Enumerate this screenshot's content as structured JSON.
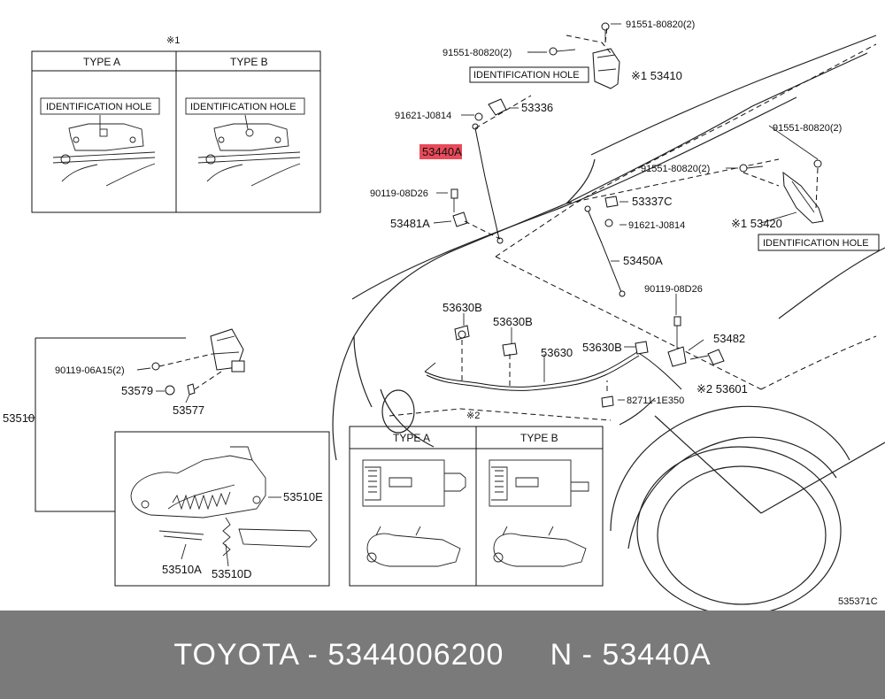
{
  "diagram": {
    "ref_note": "535371C",
    "note_mark_1": "※1",
    "note_mark_2": "※2",
    "inset_1": {
      "type_a": "TYPE A",
      "type_b": "TYPE B",
      "id_hole_a": "IDENTIFICATION HOLE",
      "id_hole_b": "IDENTIFICATION HOLE"
    },
    "inset_2": {
      "type_a": "TYPE A",
      "type_b": "TYPE B"
    },
    "labels": {
      "p91551_top_right": "91551-80820(2)",
      "p91551_top_left": "91551-80820(2)",
      "id_hole_top": "IDENTIFICATION HOLE",
      "p53410": "※1  53410",
      "p91621_top": "91621-J0814",
      "p53336": "53336",
      "p53440A": "53440A",
      "p90119_left": "90119-08D26",
      "p53481A": "53481A",
      "p91551_right_top": "91551-80820(2)",
      "p91551_right_mid": "91551-80820(2)",
      "p53337C": "53337C",
      "p91621_right": "91621-J0814",
      "p53420": "※1  53420",
      "id_hole_right": "IDENTIFICATION HOLE",
      "p53450A": "53450A",
      "p90119_right": "90119-08D26",
      "p53630B_1": "53630B",
      "p53630B_2": "53630B",
      "p53630B_3": "53630B",
      "p53630": "53630",
      "p53482": "53482",
      "p53601": "※2  53601",
      "p82711": "82711-1E350",
      "p90119_06A15": "90119-06A15(2)",
      "p53579": "53579",
      "p53577": "53577",
      "p53510": "53510",
      "p53510E": "53510E",
      "p53510A": "53510A",
      "p53510D": "53510D"
    }
  },
  "footer": {
    "text": "TOYOTA - 5344006200     N - 53440A"
  },
  "colors": {
    "highlight": "#e94b5a",
    "footer_bg": "#7a7a7a",
    "footer_text": "#ffffff"
  }
}
